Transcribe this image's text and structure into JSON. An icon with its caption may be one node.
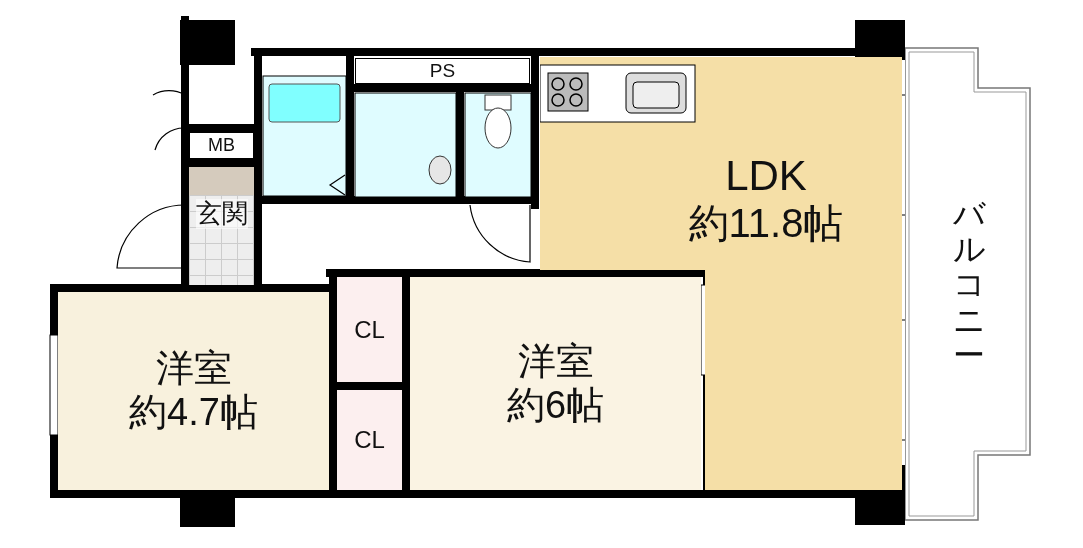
{
  "diagram": {
    "nodes": [
      {
        "text": [
          "LDK",
          "約11.8帖"
        ]
      },
      {
        "text": [
          "洋室",
          "約4.7帖"
        ]
      },
      {
        "text": [
          "CL"
        ]
      },
      {
        "text": [
          "CL"
        ]
      },
      {
        "text": [
          "洋室",
          "約6帖"
        ]
      },
      {
        "text": [
          "玄関"
        ]
      },
      {
        "text": [
          "MB"
        ]
      },
      {
        "text": [
          "PS"
        ]
      },
      {
        "text": [
          "バルコニー"
        ]
      }
    ]
  }
}
